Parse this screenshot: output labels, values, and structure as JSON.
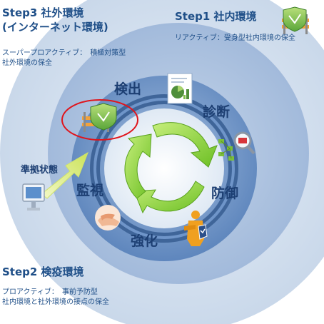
{
  "steps": {
    "step1": {
      "title": "Step1 社内環境",
      "desc": "リアクティブ：受身型社内環境の保全"
    },
    "step2": {
      "title": "Step2 検疫環境",
      "desc_line1": "プロアクティブ：　事前予防型",
      "desc_line2": "社内環境と社外環境の接点の保全"
    },
    "step3": {
      "title_line1": "Step3 社外環境",
      "title_line2": "(インターネット環境)",
      "desc_line1": "スーパープロアクティブ：　積極対策型",
      "desc_line2": "社外環境の保全"
    }
  },
  "phases": {
    "detect": "検出",
    "diagnose": "診断",
    "defend": "防御",
    "strengthen": "強化",
    "monitor": "監視"
  },
  "compliance_label": "準拠状態",
  "colors": {
    "title_text": "#1f4f88",
    "phase_text": "#1d3f73",
    "outer_ring": "#cfdced",
    "middle_ring": "#a7bfdd",
    "inner_circle": "#6e93c3",
    "cycle_track": "#4c6f9f",
    "cycle_arrows": "#8fd23a",
    "highlight_ring": "#e0141b",
    "compliance_arrow": "#d9ec7a"
  },
  "icons": {
    "step1": "barrier-shield-icon",
    "step3": "barrier-shield-icon",
    "detect": "report-chart-icon",
    "diagnose": "network-magnifier-icon",
    "defend": "guard-person-icon",
    "monitor": "handshake-icon",
    "compliance": "computer-monitor-icon"
  }
}
